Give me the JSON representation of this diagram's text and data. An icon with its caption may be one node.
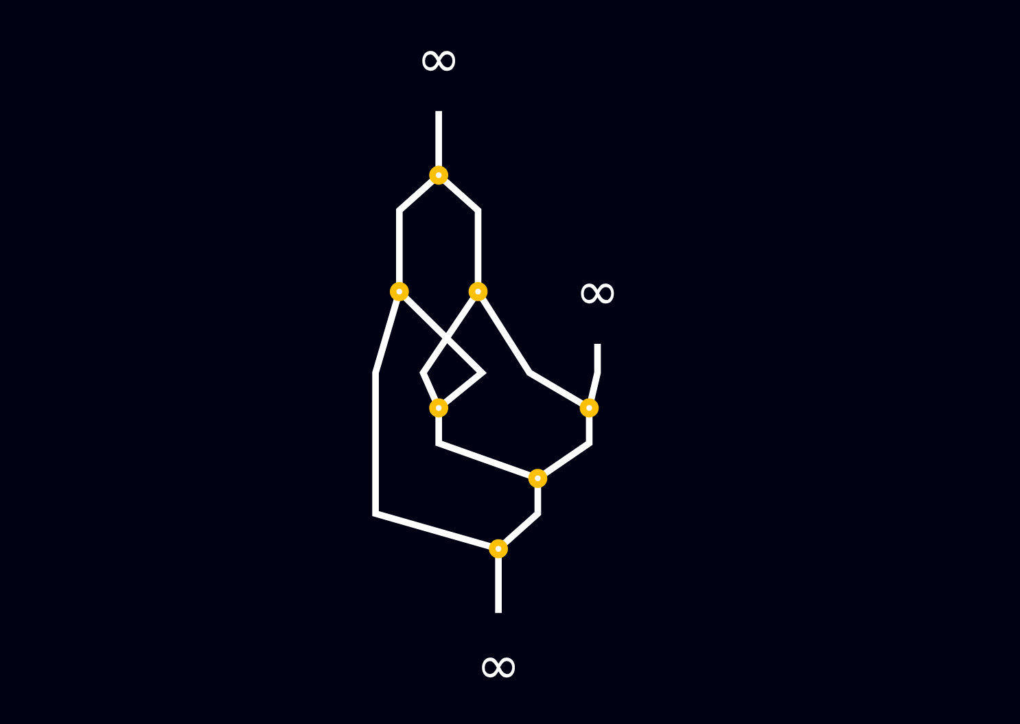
{
  "diagram": {
    "nodes": [
      {
        "text": [
          "∞"
        ]
      },
      {
        "text": [],
        "shape": "circle"
      },
      {
        "text": [],
        "shape": "circle"
      },
      {
        "text": [],
        "shape": "circle"
      },
      {
        "text": [],
        "shape": "circle"
      },
      {
        "text": [
          "∞"
        ]
      },
      {
        "text": [
          "∞"
        ]
      },
      {
        "text": [],
        "shape": "circle"
      },
      {
        "text": [],
        "shape": "circle"
      },
      {
        "text": [],
        "shape": "circle"
      }
    ],
    "edges": [
      {
        "from": 0,
        "to": 1,
        "arrow": "none"
      },
      {
        "from": 1,
        "to": 2,
        "arrow": "none"
      },
      {
        "from": 1,
        "to": 3,
        "arrow": "none"
      },
      {
        "from": 2,
        "to": 4,
        "arrow": "none"
      },
      {
        "from": 3,
        "to": 4,
        "arrow": "none"
      },
      {
        "from": 2,
        "to": 7,
        "arrow": "none"
      },
      {
        "from": 4,
        "to": 8,
        "arrow": "none"
      },
      {
        "from": 3,
        "to": 9,
        "arrow": "none"
      },
      {
        "from": 5,
        "to": 7,
        "arrow": "none"
      },
      {
        "from": 7,
        "to": 8,
        "arrow": "none"
      },
      {
        "from": 8,
        "to": 9,
        "arrow": "none"
      },
      {
        "from": 9,
        "to": 6,
        "arrow": "none"
      }
    ]
  }
}
